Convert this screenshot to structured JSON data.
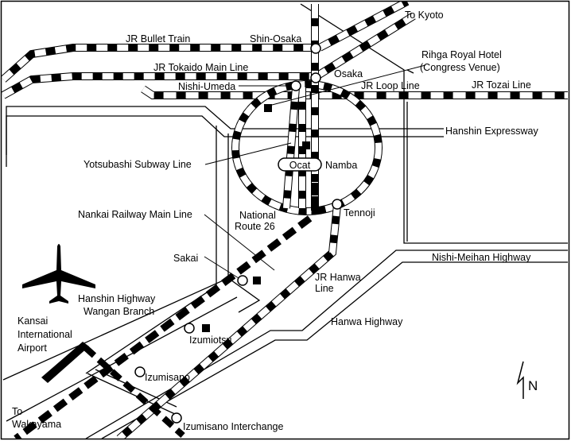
{
  "labels": {
    "to_kyoto": "To Kyoto",
    "jr_bullet_train": "JR Bullet Train",
    "shin_osaka": "Shin-Osaka",
    "rihga_line1": "Rihga Royal Hotel",
    "rihga_line2": "(Congress Venue)",
    "jr_tokaido": "JR Tokaido Main Line",
    "osaka": "Osaka",
    "nishi_umeda": "Nishi-Umeda",
    "jr_loop": "JR Loop Line",
    "jr_tozai": "JR Tozai Line",
    "hanshin_expressway": "Hanshin Expressway",
    "yotsubashi": "Yotsubashi Subway Line",
    "ocat": "Ocat",
    "namba": "Namba",
    "nankai": "Nankai Railway Main Line",
    "route26_line1": "National",
    "route26_line2": "Route 26",
    "tennoji": "Tennoji",
    "sakai": "Sakai",
    "nishi_meihan": "Nishi-Meihan Highway",
    "jr_hanwa_line1": "JR Hanwa",
    "jr_hanwa_line2": "Line",
    "hanshin_wangan_line1": "Hanshin Highway",
    "hanshin_wangan_line2": "Wangan Branch",
    "kansai_line1": "Kansai",
    "kansai_line2": "International",
    "kansai_line3": "Airport",
    "hanwa_highway": "Hanwa Highway",
    "izumiotsu": "Izumiotsu",
    "izumisano": "Izumisano",
    "to_wakayama_line1": "To",
    "to_wakayama_line2": "Wakayama",
    "izumisano_interchange": "Izumisano Interchange",
    "north": "N"
  },
  "icons": {
    "airplane": "airplane-icon",
    "north_arrow": "north-arrow-icon"
  },
  "colors": {
    "ink": "#000000",
    "paper": "#ffffff"
  }
}
